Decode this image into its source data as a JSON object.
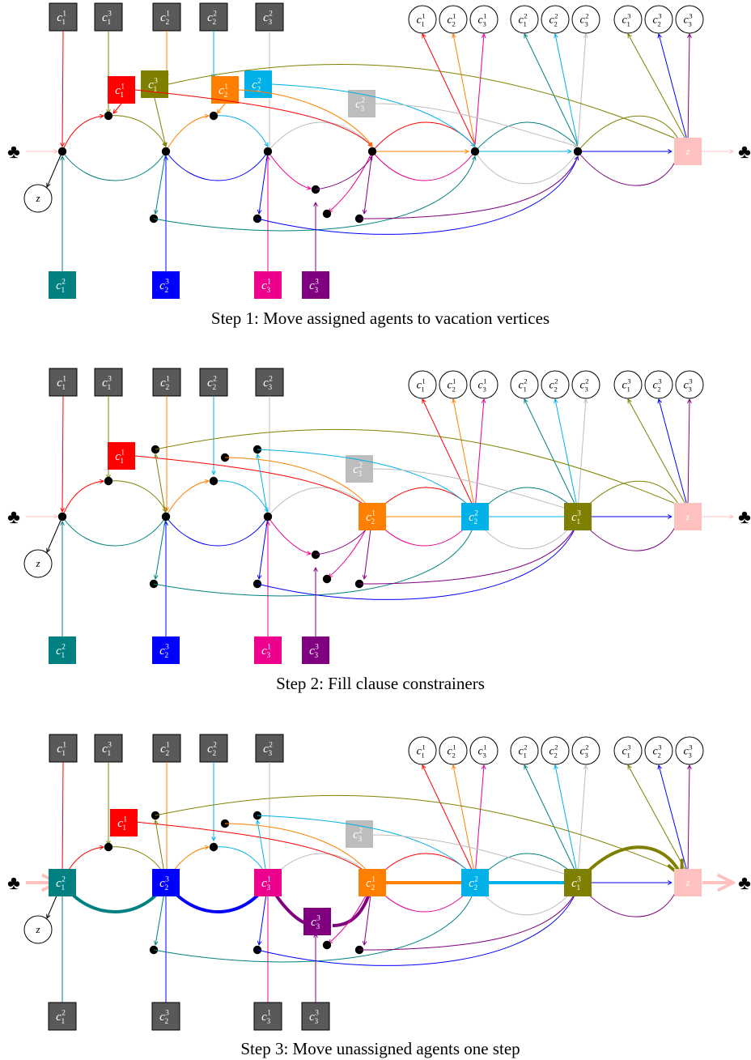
{
  "captions": [
    "Step 1: Move assigned agents to vacation vertices",
    "Step 2: Fill clause constrainers",
    "Step 3: Move unassigned agents one step"
  ],
  "symbols": {
    "club": "♣",
    "z": "z"
  },
  "colors": {
    "c1_1": "#ff0000",
    "c2_1": "#ff8000",
    "c3_1": "#ec008c",
    "c1_2": "#008080",
    "c2_2": "#00b0e8",
    "c3_2": "#bdbdbd",
    "c1_3": "#808000",
    "c2_3": "#0000ff",
    "c3_3": "#800080",
    "gray_box": "#595959",
    "z_pink": "#ffc0c0"
  },
  "top_agents": [
    {
      "base": "c",
      "sub": "1",
      "sup": "1"
    },
    {
      "base": "c",
      "sub": "1",
      "sup": "3"
    },
    {
      "base": "c",
      "sub": "2",
      "sup": "1"
    },
    {
      "base": "c",
      "sub": "2",
      "sup": "2"
    },
    {
      "base": "c",
      "sub": "3",
      "sup": "2"
    }
  ],
  "bottom_agents": [
    {
      "base": "c",
      "sub": "1",
      "sup": "2"
    },
    {
      "base": "c",
      "sub": "2",
      "sup": "3"
    },
    {
      "base": "c",
      "sub": "3",
      "sup": "1"
    },
    {
      "base": "c",
      "sub": "3",
      "sup": "3"
    }
  ],
  "vacation_circles": [
    {
      "base": "c",
      "sub": "1",
      "sup": "1"
    },
    {
      "base": "c",
      "sub": "2",
      "sup": "1"
    },
    {
      "base": "c",
      "sub": "3",
      "sup": "1"
    },
    {
      "base": "c",
      "sub": "1",
      "sup": "2"
    },
    {
      "base": "c",
      "sub": "2",
      "sup": "2"
    },
    {
      "base": "c",
      "sub": "3",
      "sup": "2"
    },
    {
      "base": "c",
      "sub": "1",
      "sup": "3"
    },
    {
      "base": "c",
      "sub": "2",
      "sup": "3"
    },
    {
      "base": "c",
      "sub": "3",
      "sup": "3"
    }
  ]
}
